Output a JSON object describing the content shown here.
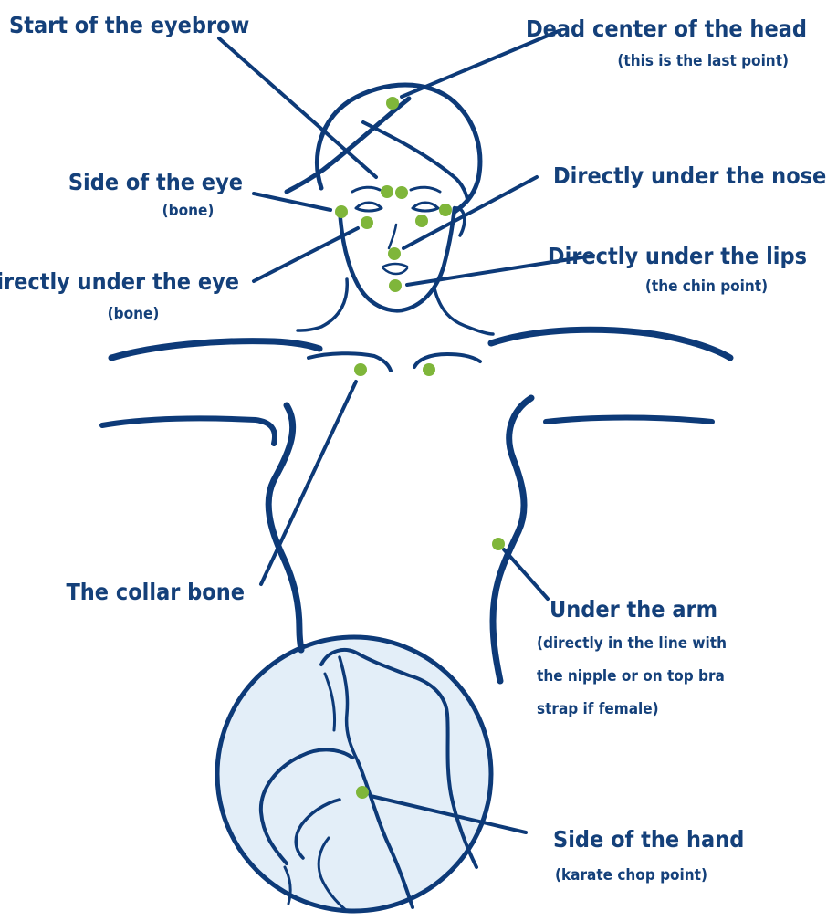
{
  "colors": {
    "line": "#0d3a78",
    "text": "#14407a",
    "point": "#7fb63a",
    "inset_fill": "#e3eef8"
  },
  "labels": {
    "start_eyebrow": {
      "main": "Start of the eyebrow"
    },
    "dead_center": {
      "main": "Dead center of the head",
      "sub": "(this is the last point)"
    },
    "side_eye": {
      "main": "Side of the eye",
      "sub": "(bone)"
    },
    "under_nose": {
      "main": "Directly under the nose"
    },
    "under_lips": {
      "main": "Directly under the lips",
      "sub": "(the chin point)"
    },
    "under_eye": {
      "main": "Directly under the eye",
      "sub": "(bone)"
    },
    "collar_bone": {
      "main": "The collar bone"
    },
    "under_arm": {
      "main": "Under the arm",
      "sub1": "(directly in the line with",
      "sub2": "the nipple or on top bra",
      "sub3": "strap if female)"
    },
    "side_hand": {
      "main": "Side of the hand",
      "sub": "(karate chop point)"
    }
  }
}
